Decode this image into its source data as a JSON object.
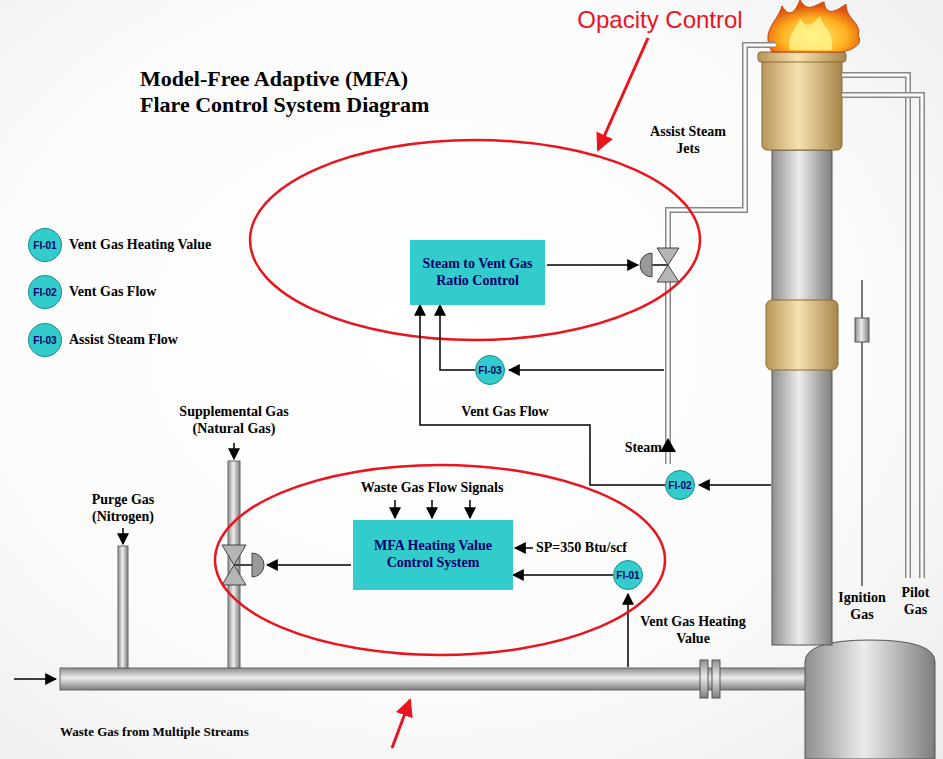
{
  "diagram": {
    "title": "Model-Free Adaptive (MFA) Flare Control System Diagram",
    "nodes": [
      {
        "text": [
          "FI-01",
          "Vent Gas Heating Value"
        ]
      },
      {
        "text": [
          "FI-02",
          "Vent Gas Flow"
        ]
      },
      {
        "text": [
          "FI-03",
          "Assist Steam Flow"
        ]
      },
      {
        "text": [
          "Steam to Vent Gas Ratio Control"
        ]
      },
      {
        "text": [
          "FI-03"
        ]
      },
      {
        "text": [
          "FI-02"
        ]
      },
      {
        "text": [
          "MFA Heating Value Control System"
        ]
      },
      {
        "text": [
          "FI-01"
        ]
      }
    ],
    "edges": [
      {
        "from": 4,
        "to": 3,
        "arrow": "to"
      },
      {
        "from": 5,
        "to": 3,
        "label": "Vent Gas Flow",
        "arrow": "to"
      },
      {
        "from": 7,
        "to": 6,
        "arrow": "to"
      }
    ],
    "labels": [
      "Opacity Control",
      "Assist Steam Jets",
      "Supplemental Gas (Natural Gas)",
      "Steam",
      "Purge Gas (Nitrogen)",
      "Waste Gas Flow Signals",
      "SP=350 Btu/scf",
      "Vent Gas Heating Value",
      "Pilot Gas",
      "Ignition Gas",
      "Waste Gas from Multiple Streams"
    ]
  }
}
